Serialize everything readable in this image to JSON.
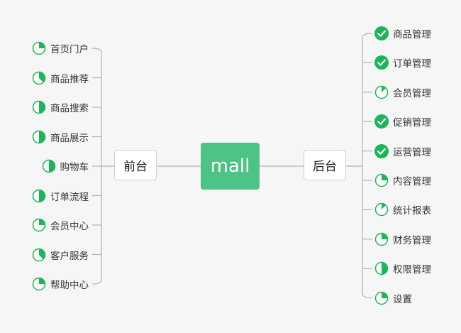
{
  "central": {
    "label": "mall"
  },
  "left_branch": {
    "label": "前台",
    "items": [
      {
        "label": "首页门户",
        "progress": 0.25
      },
      {
        "label": "商品推荐",
        "progress": 0.375
      },
      {
        "label": "商品搜索",
        "progress": 0.5
      },
      {
        "label": "商品展示",
        "progress": 0.5
      },
      {
        "label": "购物车",
        "progress": 0.5
      },
      {
        "label": "订单流程",
        "progress": 0.5
      },
      {
        "label": "会员中心",
        "progress": 0.25
      },
      {
        "label": "客户服务",
        "progress": 0.375
      },
      {
        "label": "帮助中心",
        "progress": 0.25
      }
    ]
  },
  "right_branch": {
    "label": "后台",
    "items": [
      {
        "label": "商品管理",
        "progress": 1
      },
      {
        "label": "订单管理",
        "progress": 1
      },
      {
        "label": "会员管理",
        "progress": 0.125
      },
      {
        "label": "促销管理",
        "progress": 1
      },
      {
        "label": "运营管理",
        "progress": 1
      },
      {
        "label": "内容管理",
        "progress": 0.25
      },
      {
        "label": "统计报表",
        "progress": 0.125
      },
      {
        "label": "财务管理",
        "progress": 0.25
      },
      {
        "label": "权限管理",
        "progress": 0.5
      },
      {
        "label": "设置",
        "progress": 0.25
      }
    ]
  },
  "colors": {
    "accent": "#1db55a",
    "central_bg": "#4dc486",
    "line": "#b3b3b3"
  },
  "icons": {
    "progress": "progress-icon",
    "done": "check-circle-icon"
  }
}
